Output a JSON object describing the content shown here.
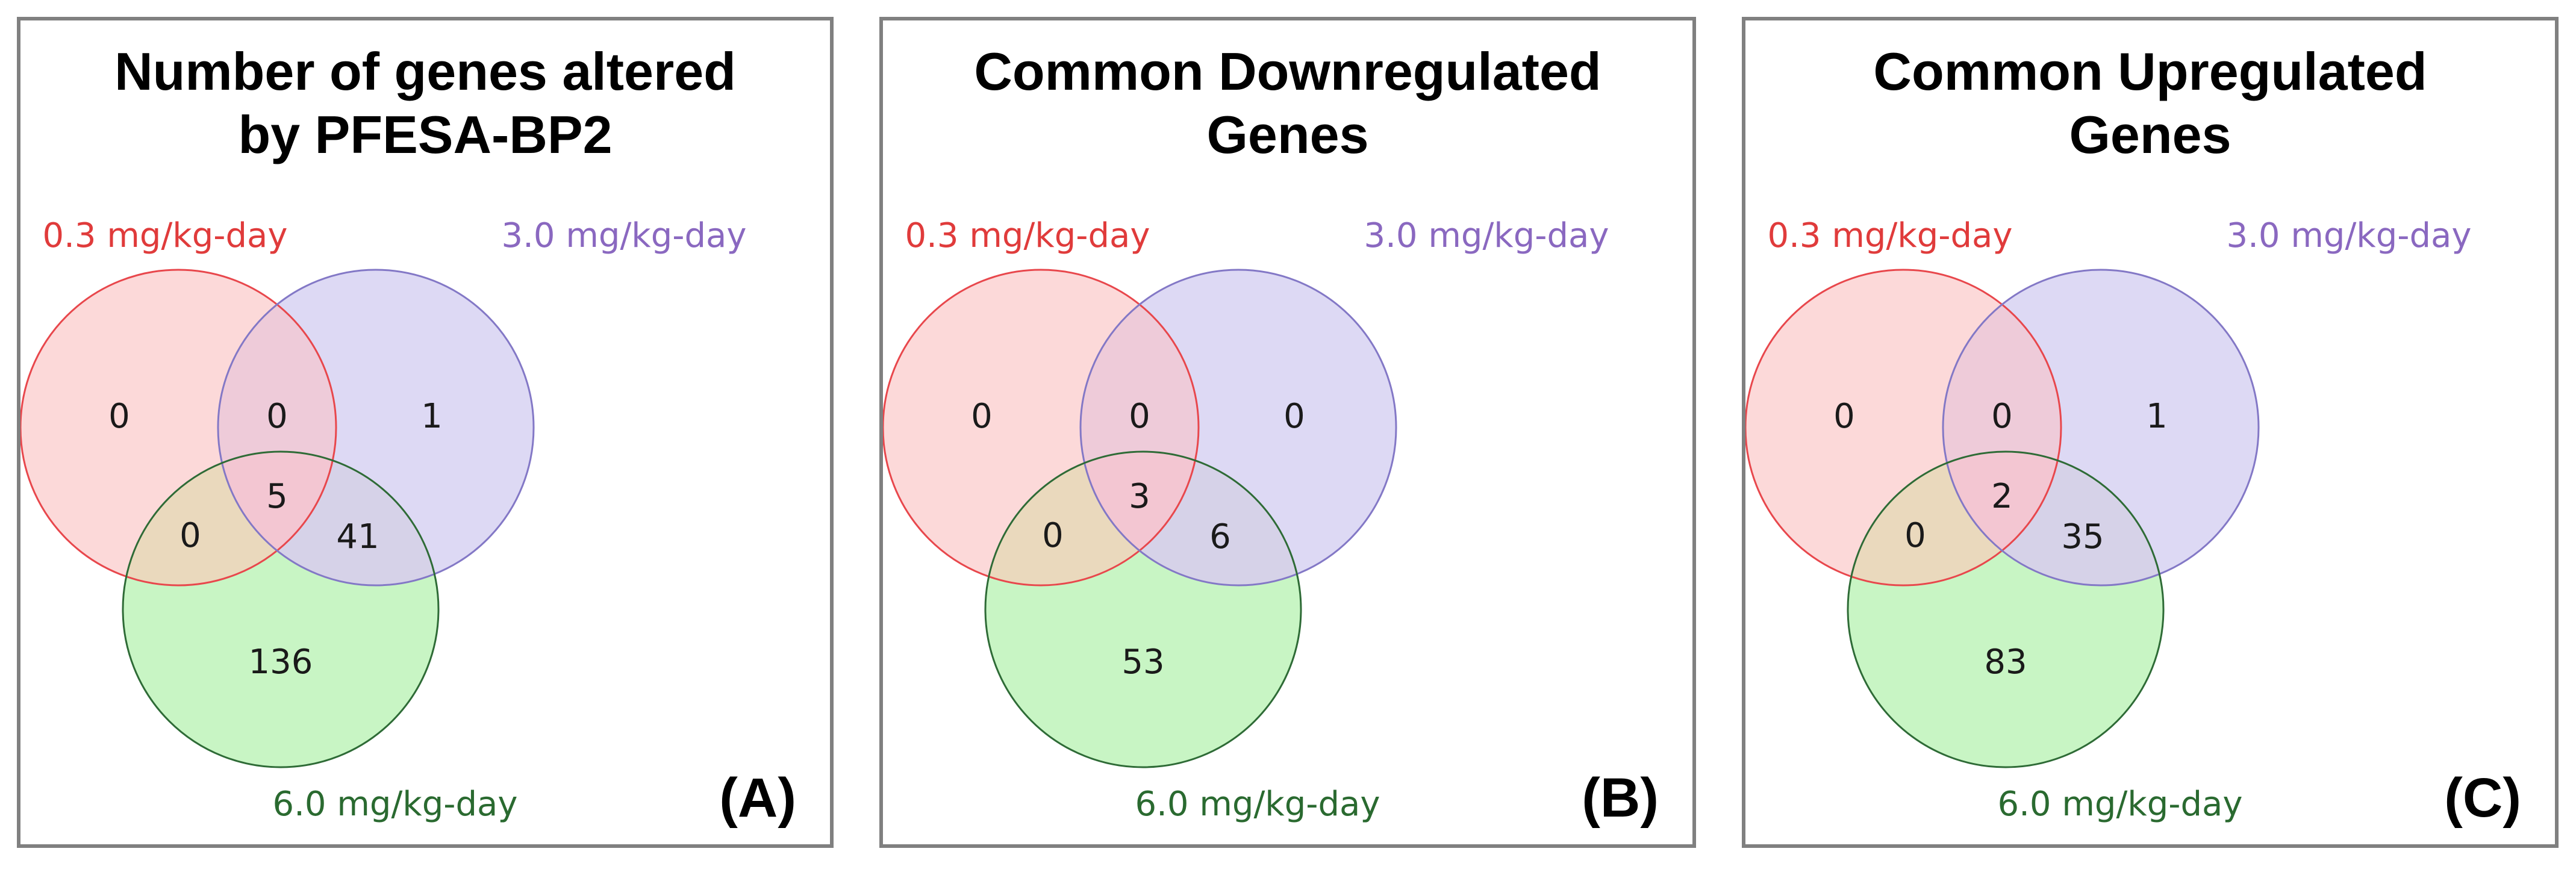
{
  "labels": {
    "dose_red": "0.3 mg/kg-day",
    "dose_purple": "3.0 mg/kg-day",
    "dose_green": "6.0 mg/kg-day"
  },
  "colors": {
    "red_stroke": "#e8474c",
    "red_fill": "#fcd9d9",
    "purple_stroke": "#8378c6",
    "purple_fill": "#ddd9f4",
    "green_stroke": "#2e6b36",
    "green_fill": "#c8f5c4",
    "red_purple_fill": "#eecbd9",
    "red_green_fill": "#ead9bd",
    "purple_green_fill": "#d6d2e8",
    "center_fill": "#f3c6d2",
    "red_text": "#e03b3b",
    "purple_text": "#8a68c0",
    "green_text": "#2a6a30"
  },
  "panels": [
    {
      "title_line1": "Number of genes altered",
      "title_line2": "by PFESA-BP2",
      "letter": "(A)",
      "counts": {
        "red_only": "0",
        "red_purple": "0",
        "purple_only": "1",
        "center": "5",
        "red_green": "0",
        "purple_green": "41",
        "green_only": "136"
      }
    },
    {
      "title_line1": "Common Downregulated",
      "title_line2": "Genes",
      "letter": "(B)",
      "counts": {
        "red_only": "0",
        "red_purple": "0",
        "purple_only": "0",
        "center": "3",
        "red_green": "0",
        "purple_green": "6",
        "green_only": "53"
      }
    },
    {
      "title_line1": "Common Upregulated",
      "title_line2": "Genes",
      "letter": "(C)",
      "counts": {
        "red_only": "0",
        "red_purple": "0",
        "purple_only": "1",
        "center": "2",
        "red_green": "0",
        "purple_green": "35",
        "green_only": "83"
      }
    }
  ]
}
